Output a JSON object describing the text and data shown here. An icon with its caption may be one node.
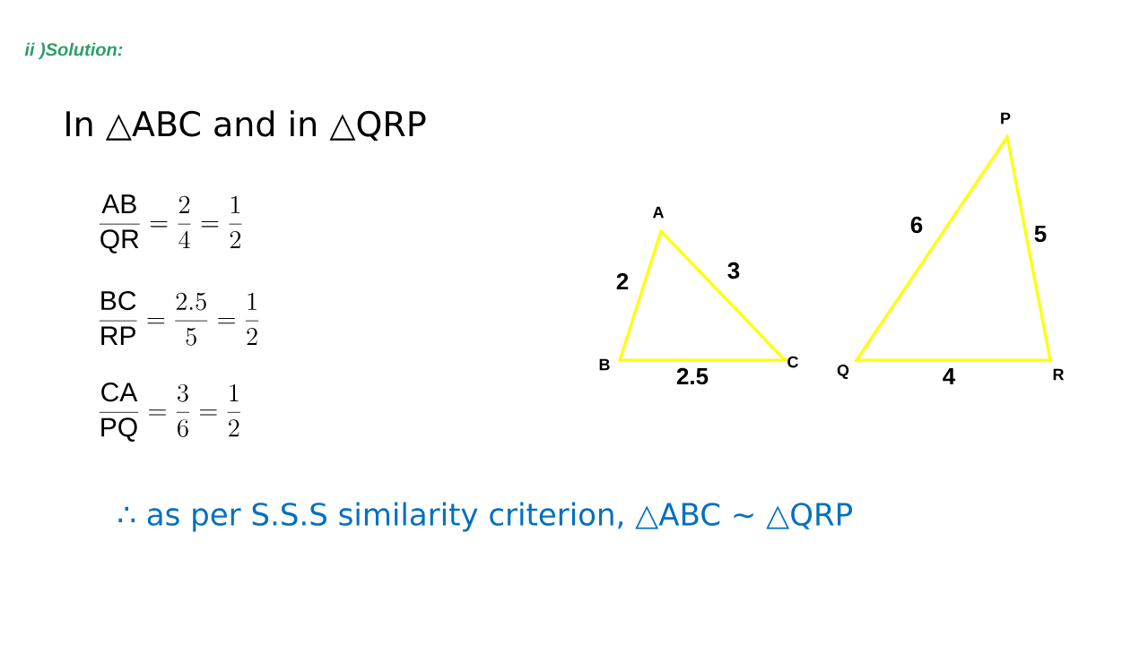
{
  "diagram": {
    "title": "ii )Solution:",
    "labels": [
      "In △ABC and in △QRP",
      "\\frac{\\mathrm{AB}}{\\mathrm{QR}}=\\frac{2}{4}=\\frac{1}{2}",
      "\\frac{\\mathrm{BC}}{\\mathrm{RP}}=\\frac{2.5}{5}=\\frac{1}{2}",
      "\\frac{\\mathrm{CA}}{\\mathrm{PQ}}=\\frac{3}{6}=\\frac{1}{2}",
      "P",
      "6",
      "5",
      "A",
      "3",
      "2",
      "B",
      "C",
      "2.5",
      "Q",
      "4",
      "R",
      "∴ as per S.S.S similarity criterion, △ABC  ∼ △QRP"
    ]
  }
}
